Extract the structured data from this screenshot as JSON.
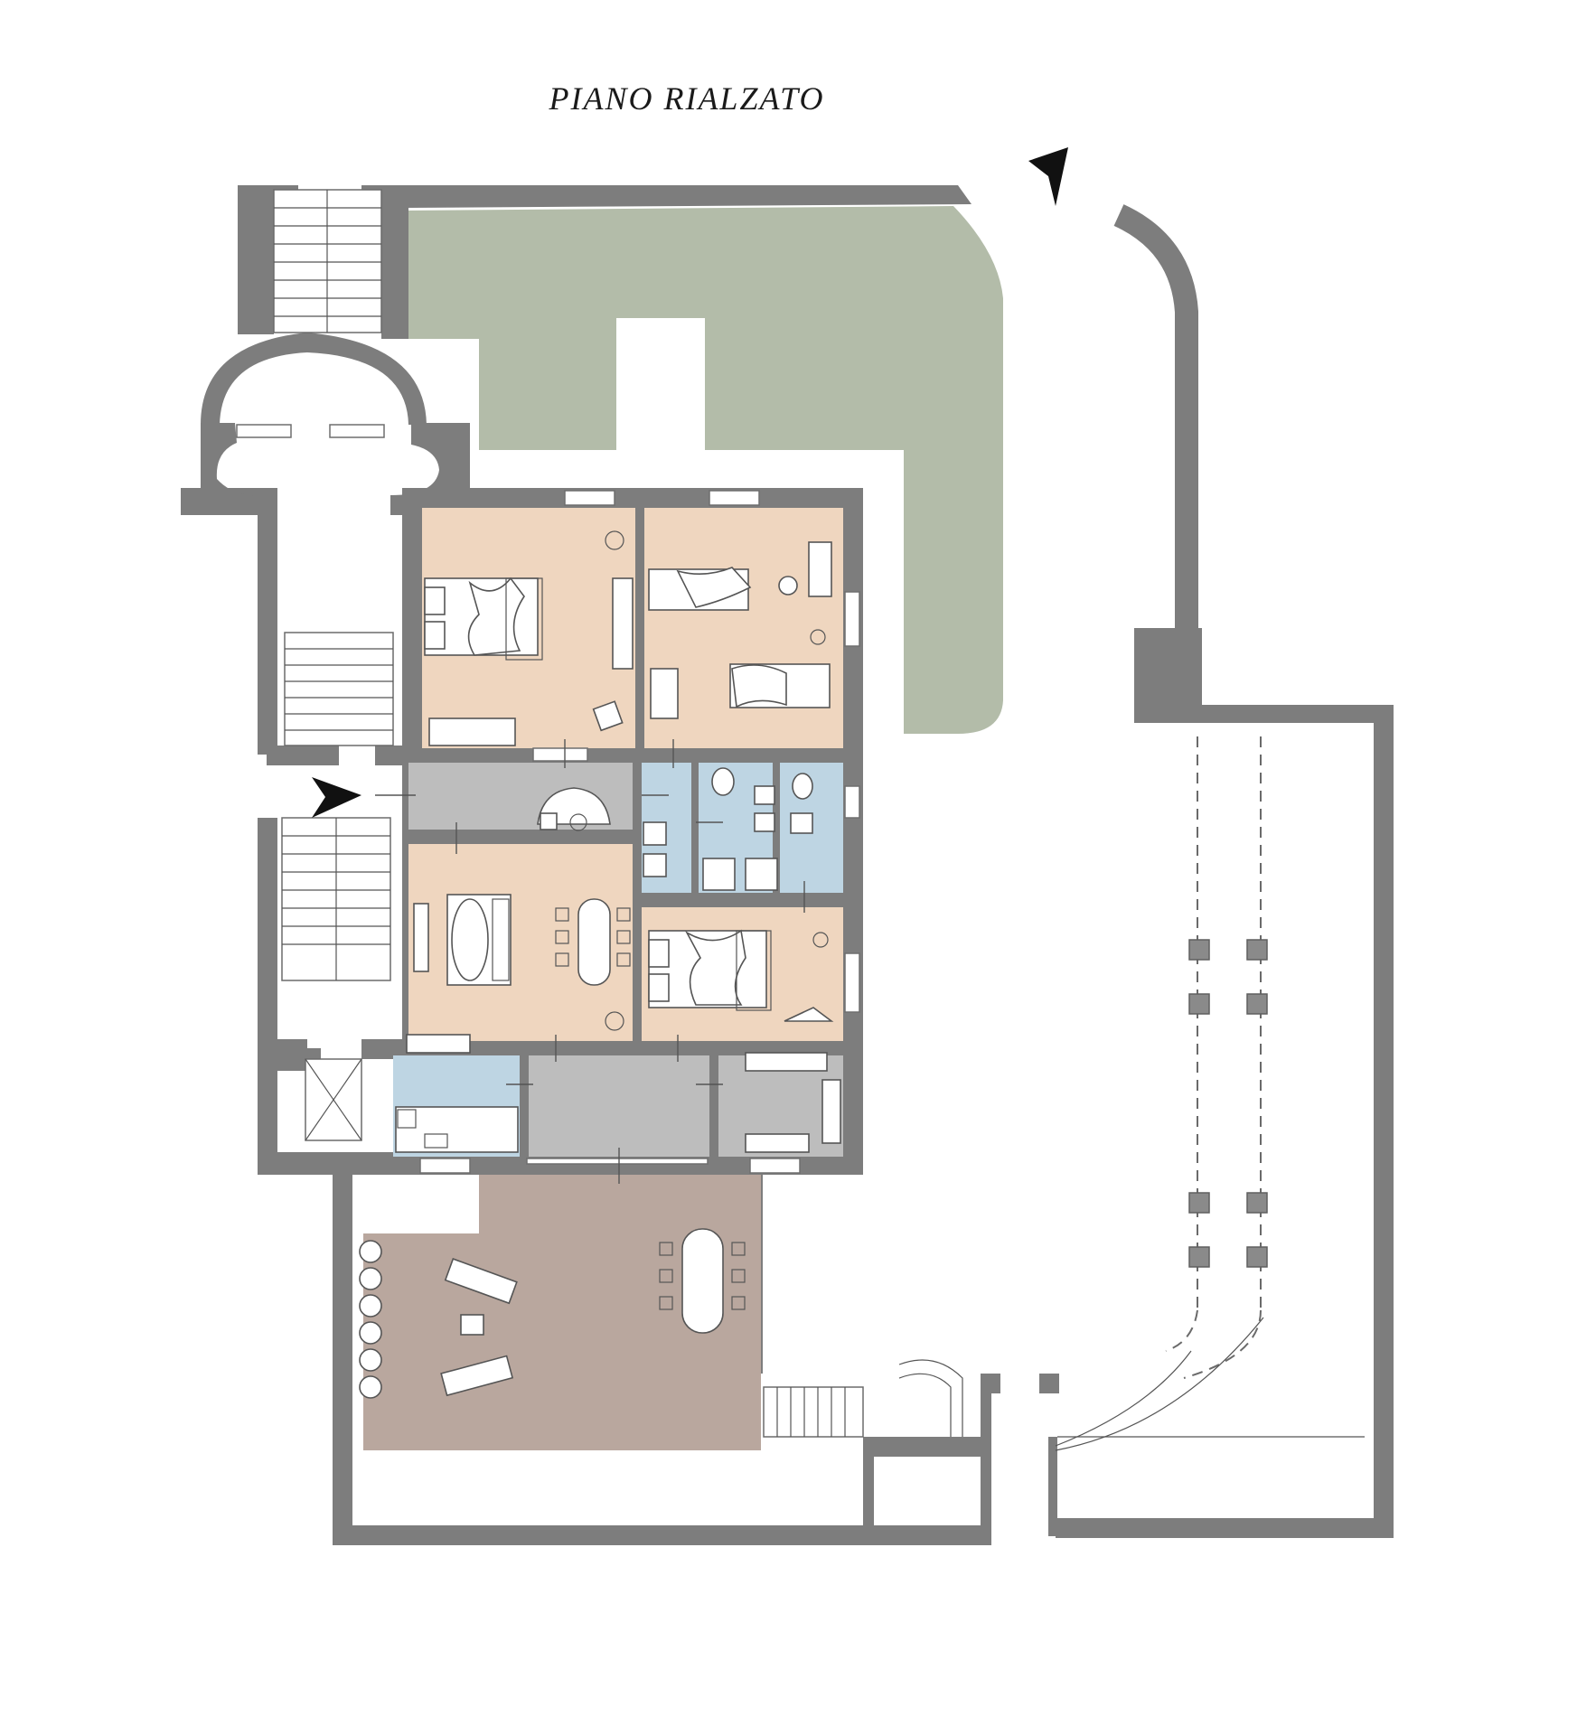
{
  "title": "PIANO RIALZATO",
  "colors": {
    "wall": "#7d7d7d",
    "garden": "#b3bca9",
    "living_rooms": "#efd6bf",
    "wet_rooms": "#bed5e3",
    "hallways": "#bdbdbd",
    "terrace": "#b9a79e",
    "background": "#ffffff"
  },
  "rooms": [
    {
      "id": "bedroom-master",
      "type": "bedroom"
    },
    {
      "id": "bedroom-twin",
      "type": "bedroom"
    },
    {
      "id": "corridor-entry",
      "type": "hallway"
    },
    {
      "id": "laundry",
      "type": "service"
    },
    {
      "id": "bathroom",
      "type": "bathroom"
    },
    {
      "id": "living-dining",
      "type": "living"
    },
    {
      "id": "bedroom-third",
      "type": "bedroom"
    },
    {
      "id": "kitchen",
      "type": "kitchen"
    },
    {
      "id": "corridor-rear",
      "type": "hallway"
    },
    {
      "id": "walk-in-closet",
      "type": "closet"
    },
    {
      "id": "terrace",
      "type": "terrace"
    },
    {
      "id": "garden",
      "type": "garden"
    }
  ],
  "icons": [
    "entrance-arrow-icon",
    "entrance-arrow-icon",
    "staircase-icon",
    "elevator-icon"
  ]
}
